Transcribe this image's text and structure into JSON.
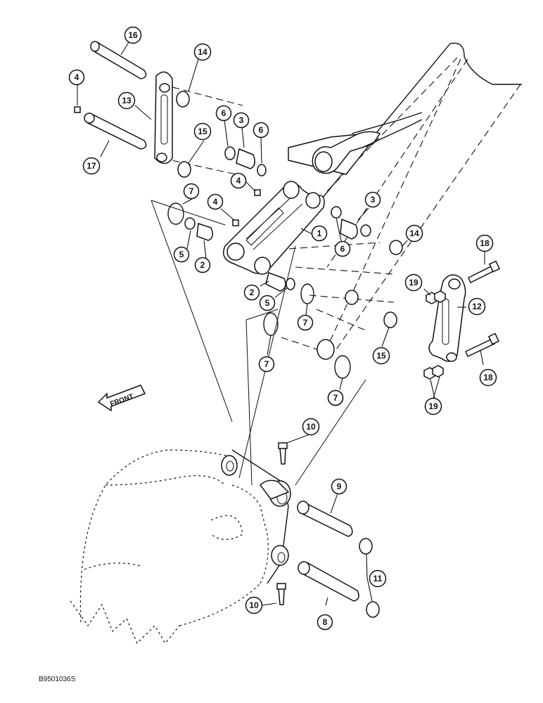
{
  "diagram": {
    "front_label": "FRONT",
    "drawing_code": "B9501036S",
    "callouts": [
      "16",
      "14",
      "4",
      "13",
      "6",
      "3",
      "6",
      "17",
      "15",
      "4",
      "7",
      "4",
      "1",
      "3",
      "5",
      "2",
      "6",
      "14",
      "18",
      "2",
      "5",
      "7",
      "19",
      "12",
      "7",
      "7",
      "15",
      "18",
      "7",
      "19",
      "10",
      "9",
      "11",
      "10",
      "8"
    ]
  }
}
